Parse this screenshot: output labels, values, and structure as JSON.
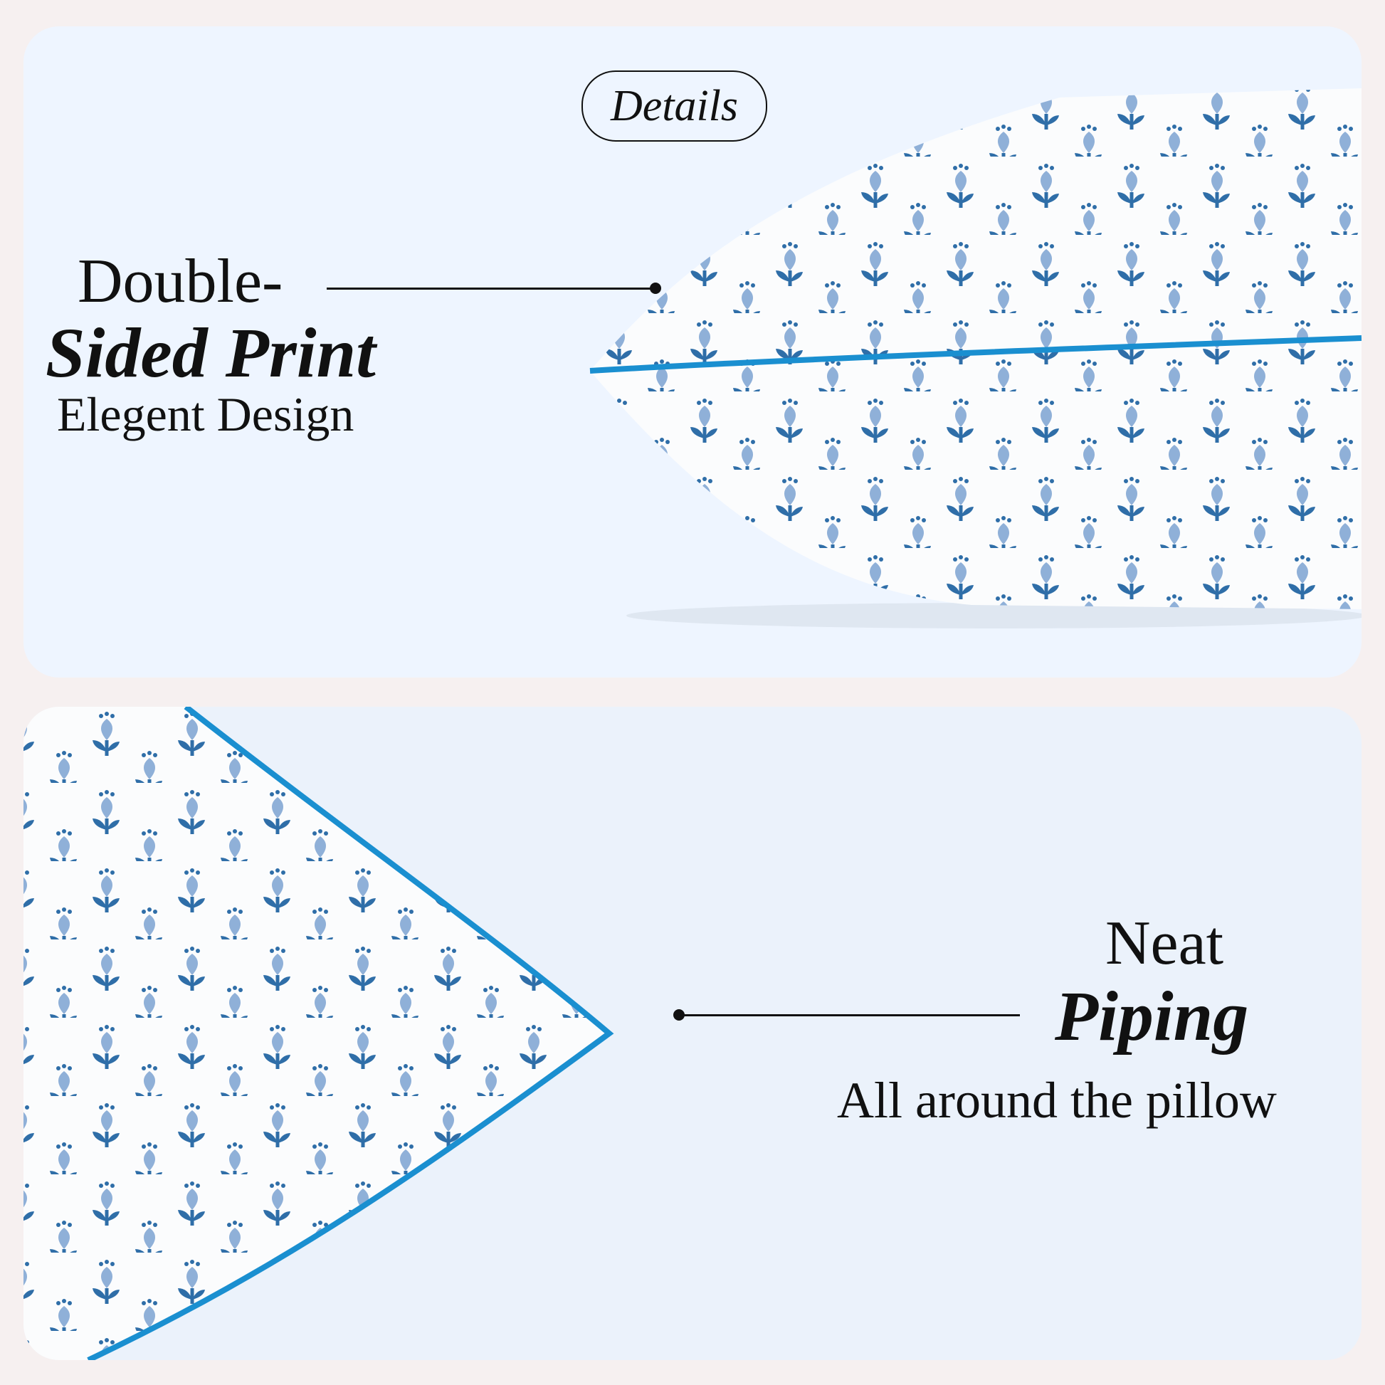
{
  "badge": {
    "label": "Details"
  },
  "feature_top": {
    "line1": "Double-",
    "line2": "Sided Print",
    "line3": "Elegent Design"
  },
  "feature_bottom": {
    "line1": "Neat",
    "line2": "Piping",
    "line3": "All around the pillow"
  },
  "colors": {
    "background": "#f6f0f0",
    "card_top": "#eef5ff",
    "card_bottom": "#ebf2fb",
    "piping": "#1a8fd0",
    "print_dark": "#2f6ea8",
    "print_light": "#8fb0d8"
  }
}
